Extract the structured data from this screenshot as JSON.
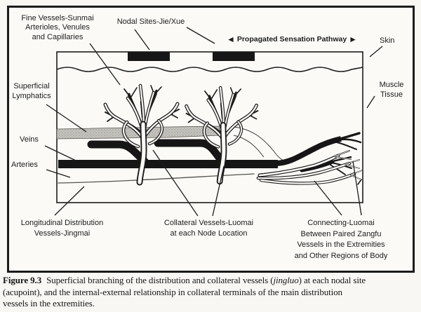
{
  "colors": {
    "ink": "#1b1b1b",
    "paper": "#fbfaf7",
    "lymphatic_band_fill": "#c6c5c0",
    "lymphatic_band_dots": "#8f8e88"
  },
  "diagram": {
    "labels": {
      "fine_vessels": [
        "Fine Vessels-Sunmai",
        "Arterioles, Venules",
        "and Capillaries"
      ],
      "nodal_sites": "Nodal Sites-Jie/Xue",
      "pathway": {
        "left_arrow": "◄",
        "text": "Propagated Sensation Pathway",
        "right_arrow": "►"
      },
      "skin": "Skin",
      "muscle_tissue": [
        "Muscle",
        "Tissue"
      ],
      "superficial_lymphatics": [
        "Superficial",
        "Lymphatics"
      ],
      "veins": "Veins",
      "arteries": "Arteries",
      "longitudinal_vessels": [
        "Longitudinal Distribution",
        "Vessels-Jingmai"
      ],
      "collateral_vessels": [
        "Collateral Vessels-Luomai",
        "at each Node Location"
      ],
      "connecting_luomai": [
        "Connecting-Luomai",
        "Between Paired Zangfu",
        "Vessels in the Extremities",
        "and Other Regions of Body"
      ]
    }
  },
  "caption": {
    "figure_label": "Figure 9.3",
    "line1_before": "Superficial branching of the distribution and collateral vessels (",
    "line1_italic": "jingluo",
    "line1_after": ") at each nodal site",
    "line2": "(acupoint), and the internal-external relationship in collateral terminals of the main distribution",
    "line3": "vessels in the extremities."
  }
}
